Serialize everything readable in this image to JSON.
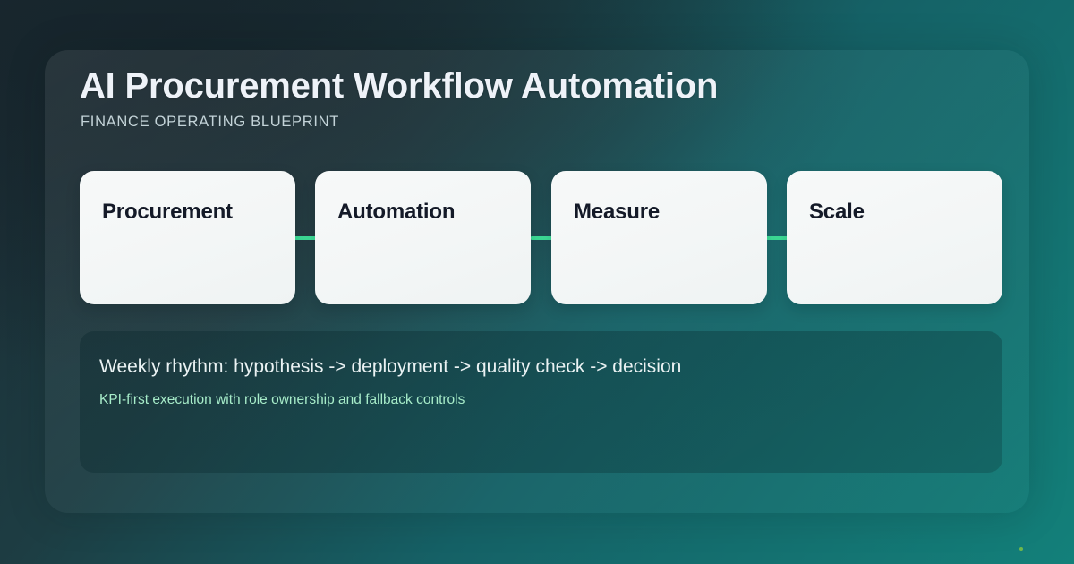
{
  "header": {
    "title": "AI Procurement Workflow Automation",
    "subtitle": "FINANCE OPERATING BLUEPRINT"
  },
  "steps": [
    {
      "label": "Procurement"
    },
    {
      "label": "Automation"
    },
    {
      "label": "Measure"
    },
    {
      "label": "Scale"
    }
  ],
  "footer": {
    "headline": "Weekly rhythm: hypothesis -> deployment -> quality check -> decision",
    "subline": "KPI-first execution with role ownership and fallback controls"
  },
  "colors": {
    "background_start": "#1b2b33",
    "background_end": "#13807a",
    "panel_overlay": "rgba(255,255,255,0.06)",
    "card_surface": "#f4f7f7",
    "card_text": "#141a28",
    "connector_accent": "#3ddc97",
    "title_text": "#eef2f8",
    "subtitle_text": "#c3d3d8",
    "footer_headline_text": "#eaf2f3",
    "footer_subline_text": "#a7ecc9"
  }
}
